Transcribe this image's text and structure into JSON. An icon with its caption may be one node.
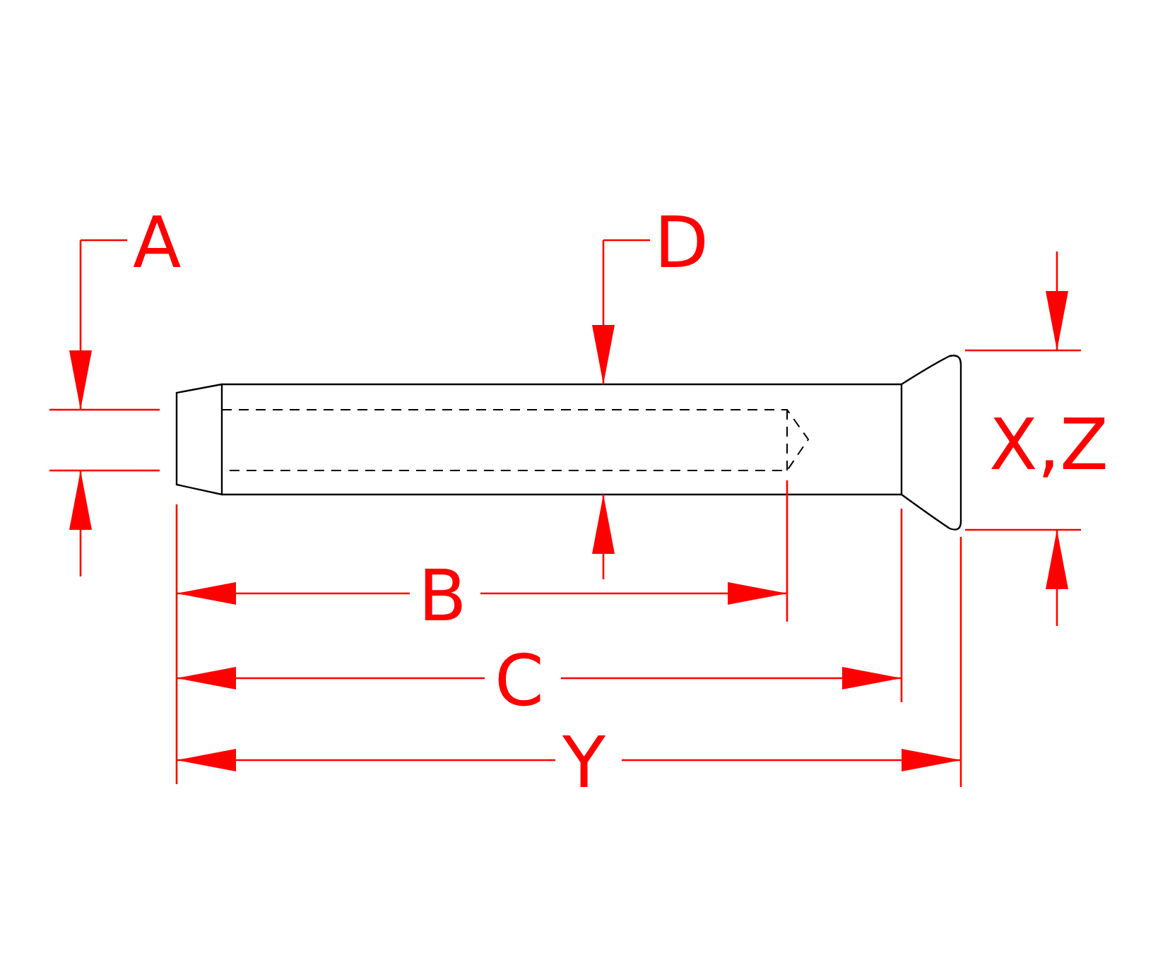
{
  "diagram": {
    "labels": [
      "A",
      "D",
      "X,Z",
      "B",
      "C",
      "Y"
    ]
  }
}
